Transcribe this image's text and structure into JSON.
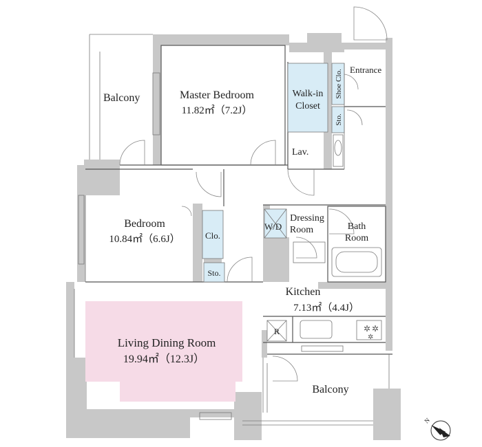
{
  "colors": {
    "wall": "#c8c8c8",
    "closet_fill": "#d8ecf6",
    "living_fill": "#f6dbe7",
    "line": "#555555"
  },
  "rooms": {
    "balcony_top": {
      "name": "Balcony"
    },
    "master_bedroom": {
      "name": "Master Bedroom",
      "area": "11.82㎡（7.2J）"
    },
    "walkin_closet": {
      "name_line1": "Walk-in",
      "name_line2": "Closet"
    },
    "shoe_closet": {
      "name": "Shoe Clo."
    },
    "storage_entry": {
      "name": "Sto."
    },
    "entrance": {
      "name": "Entrance"
    },
    "lavatory": {
      "name": "Lav."
    },
    "bedroom": {
      "name": "Bedroom",
      "area": "10.84㎡（6.6J）"
    },
    "closet": {
      "name": "Clo."
    },
    "storage_bed": {
      "name": "Sto."
    },
    "washer_dryer": {
      "name": "W/D"
    },
    "dressing_room": {
      "name_line1": "Dressing",
      "name_line2": "Room"
    },
    "bath_room": {
      "name_line1": "Bath",
      "name_line2": "Room"
    },
    "kitchen": {
      "name": "Kitchen",
      "area": "7.13㎡（4.4J）"
    },
    "refrigerator": {
      "name": "R"
    },
    "living_dining": {
      "name": "Living Dining Room",
      "area": "19.94㎡（12.3J）"
    },
    "balcony_bottom": {
      "name": "Balcony"
    }
  },
  "compass": {
    "label": "N"
  }
}
